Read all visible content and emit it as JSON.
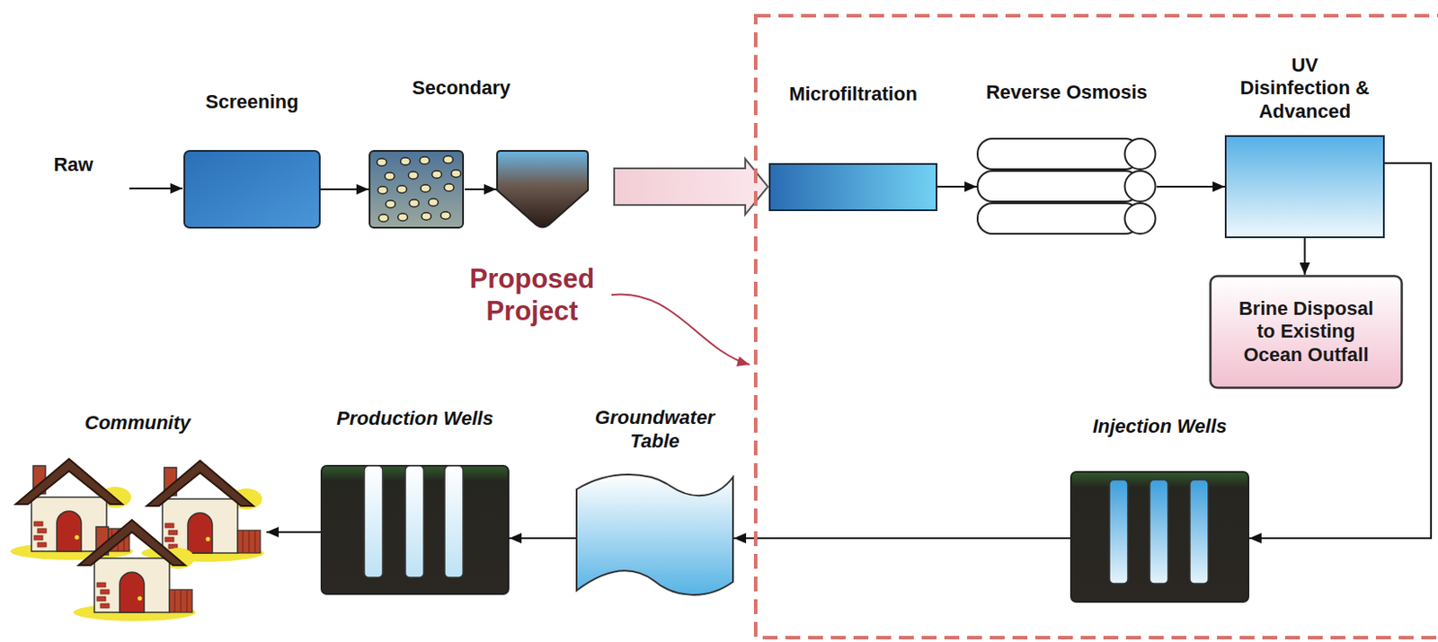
{
  "diagram": {
    "nodes": [
      {
        "text": [
          "Screening"
        ]
      },
      {
        "text": [
          "Secondary"
        ]
      },
      {
        "text": [
          "Proposed Project"
        ]
      },
      {
        "text": [
          "Microfiltration"
        ],
        "in": 2
      },
      {
        "text": [
          "Reverse Osmosis"
        ],
        "in": 2
      },
      {
        "text": [
          "UV Disinfection & Advanced"
        ],
        "in": 2
      },
      {
        "text": [
          "Brine Disposal to Existing Ocean Outfall"
        ],
        "in": 2
      },
      {
        "text": [
          "Injection Wells"
        ],
        "in": 2
      },
      {
        "text": [
          "Groundwater Table"
        ]
      },
      {
        "text": [
          "Production Wells"
        ]
      },
      {
        "text": [
          "Community"
        ]
      }
    ],
    "edges": [
      {
        "from": 0,
        "to": 1,
        "arrow": "to"
      },
      {
        "from": 1,
        "to": 3,
        "arrow": "to"
      },
      {
        "from": 3,
        "to": 4,
        "arrow": "to"
      },
      {
        "from": 4,
        "to": 5,
        "arrow": "to"
      },
      {
        "from": 5,
        "to": 6,
        "arrow": "to"
      },
      {
        "from": 5,
        "to": 7,
        "arrow": "to"
      },
      {
        "from": 7,
        "to": 8,
        "arrow": "to"
      },
      {
        "from": 8,
        "to": 9,
        "arrow": "to"
      },
      {
        "from": 9,
        "to": 10,
        "arrow": "to"
      }
    ],
    "labels": [
      "Raw"
    ]
  }
}
